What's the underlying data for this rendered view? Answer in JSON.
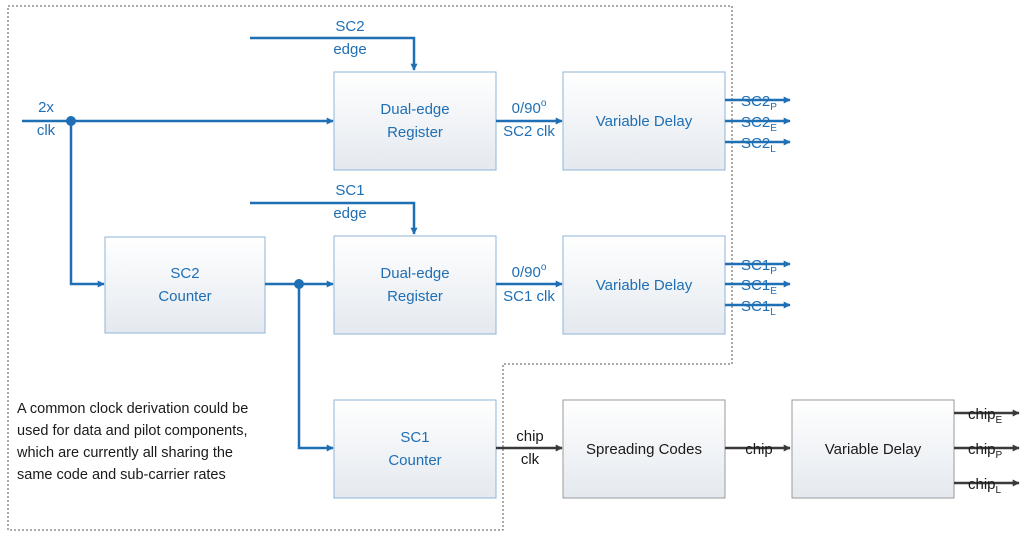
{
  "colors": {
    "blue": "#1f6fb5",
    "dark": "#3a3a3a",
    "box_border_blue": "#8fb5d9",
    "box_border_gray": "#9a9a9a",
    "box_fill_top": "#ffffff",
    "box_fill_bottom": "#e4e9ef"
  },
  "inputs": {
    "clk_top": "2x",
    "clk_bottom": "clk",
    "sc2_edge_top": "SC2",
    "sc2_edge_bottom": "edge",
    "sc1_edge_top": "SC1",
    "sc1_edge_bottom": "edge"
  },
  "blocks": {
    "sc2_register": {
      "line1": "Dual-edge",
      "line2": "Register"
    },
    "sc2_delay": {
      "label": "Variable Delay"
    },
    "sc2_counter": {
      "line1": "SC2",
      "line2": "Counter"
    },
    "sc1_register": {
      "line1": "Dual-edge",
      "line2": "Register"
    },
    "sc1_delay": {
      "label": "Variable Delay"
    },
    "sc1_counter": {
      "line1": "SC1",
      "line2": "Counter"
    },
    "spreading_codes": {
      "label": "Spreading Codes"
    },
    "chip_delay": {
      "label": "Variable Delay"
    }
  },
  "links": {
    "sc2_phase": {
      "base": "0/90",
      "sup": "o",
      "clk": "SC2 clk"
    },
    "sc1_phase": {
      "base": "0/90",
      "sup": "o",
      "clk": "SC1 clk"
    },
    "chip_clk_top": "chip",
    "chip_clk_bottom": "clk",
    "chip": "chip"
  },
  "outputs": {
    "sc2": [
      {
        "base": "SC2",
        "sub": "P"
      },
      {
        "base": "SC2",
        "sub": "E"
      },
      {
        "base": "SC2",
        "sub": "L"
      }
    ],
    "sc1": [
      {
        "base": "SC1",
        "sub": "P"
      },
      {
        "base": "SC1",
        "sub": "E"
      },
      {
        "base": "SC1",
        "sub": "L"
      }
    ],
    "chip": [
      {
        "base": "chip",
        "sub": "E"
      },
      {
        "base": "chip",
        "sub": "P"
      },
      {
        "base": "chip",
        "sub": "L"
      }
    ]
  },
  "note": {
    "lines": [
      "A common clock derivation could be",
      "used for data and pilot components,",
      "which are currently all sharing the",
      "same code and sub-carrier rates"
    ]
  }
}
